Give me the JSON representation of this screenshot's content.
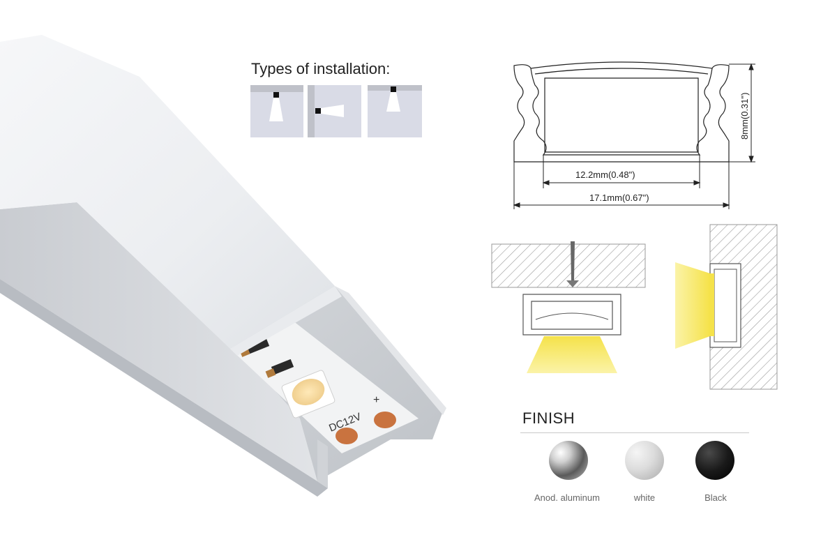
{
  "installation": {
    "title": "Types of installation:"
  },
  "profile": {
    "width_inner_label": "12.2mm(0.48\")",
    "width_outer_label": "17.1mm(0.67\")",
    "height_label": "8mm(0.31\")"
  },
  "strip": {
    "voltage_label": "DC12V",
    "polarity_label": "+"
  },
  "finish": {
    "title": "FINISH",
    "options": [
      {
        "label": "Anod. aluminum",
        "color": "#9a9a9a"
      },
      {
        "label": "white",
        "color": "#d8d8d8"
      },
      {
        "label": "Black",
        "color": "#1a1a1a"
      }
    ]
  },
  "colors": {
    "light_beam": "#f5e24a",
    "install_bg": "#d9dbe6",
    "hatch": "#9a9a9a"
  }
}
